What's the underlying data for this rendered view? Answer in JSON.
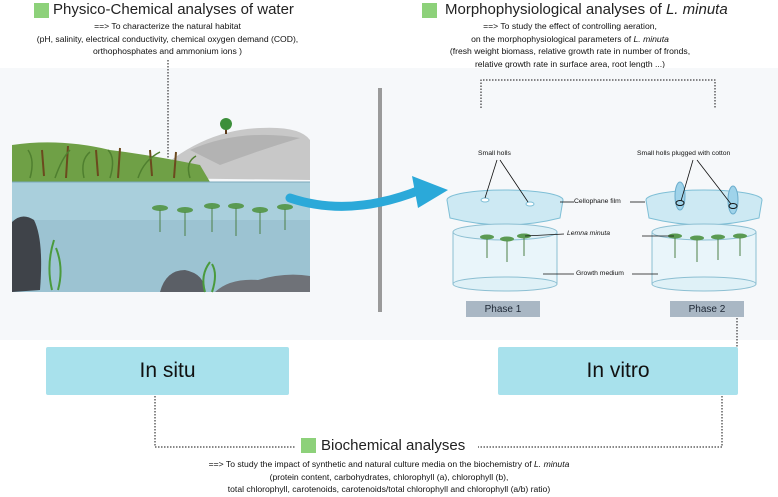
{
  "left_header": {
    "title": "Physico-Chemical analyses of water",
    "arrow": "==>",
    "line1": "To characterize the natural habitat",
    "line2": "(pH, salinity, electrical conductivity, chemical oxygen demand (COD),",
    "line3": "orthophosphates and ammonium ions )"
  },
  "right_header": {
    "title_prefix": "Morphophysiological analyses of ",
    "title_species": "L. minuta",
    "arrow": "==>",
    "line1": "To study the effect of controlling aeration,",
    "line2_prefix": "on the morphophysiological parameters of ",
    "line2_species": "L. minuta",
    "line3": "(fresh weight biomass, relative growth rate in number of fronds,",
    "line4": "relative growth rate in surface area, root length  ...)"
  },
  "invitro_labels": {
    "small_holls": "Small holls",
    "small_holls_plugged": "Small holls plugged with cotton",
    "cellophane": "Cellophane film",
    "lemna": "Lemna minuta",
    "growth_medium": "Growth medium"
  },
  "phases": {
    "phase1": "Phase 1",
    "phase2": "Phase 2"
  },
  "boxes": {
    "in_situ": "In situ",
    "in_vitro": "In vitro"
  },
  "bottom": {
    "title": "Biochemical analyses",
    "arrow": "==>",
    "line1_prefix": "To study the impact of synthetic and natural culture media on the biochemistry of ",
    "line1_species": "L. minuta",
    "line2": "(protein content, carbohydrates, chlorophyll (a), chlorophyll (b),",
    "line3": "total chlorophyll, carotenoids, carotenoids/total chlorophyll  and chlorophyll (a/b) ratio)"
  },
  "colors": {
    "accent_square": "#8dd17a",
    "box_fill": "#a8e1ec",
    "phase_fill": "#a9b7c4",
    "arrow_blue": "#2ba9d9"
  }
}
